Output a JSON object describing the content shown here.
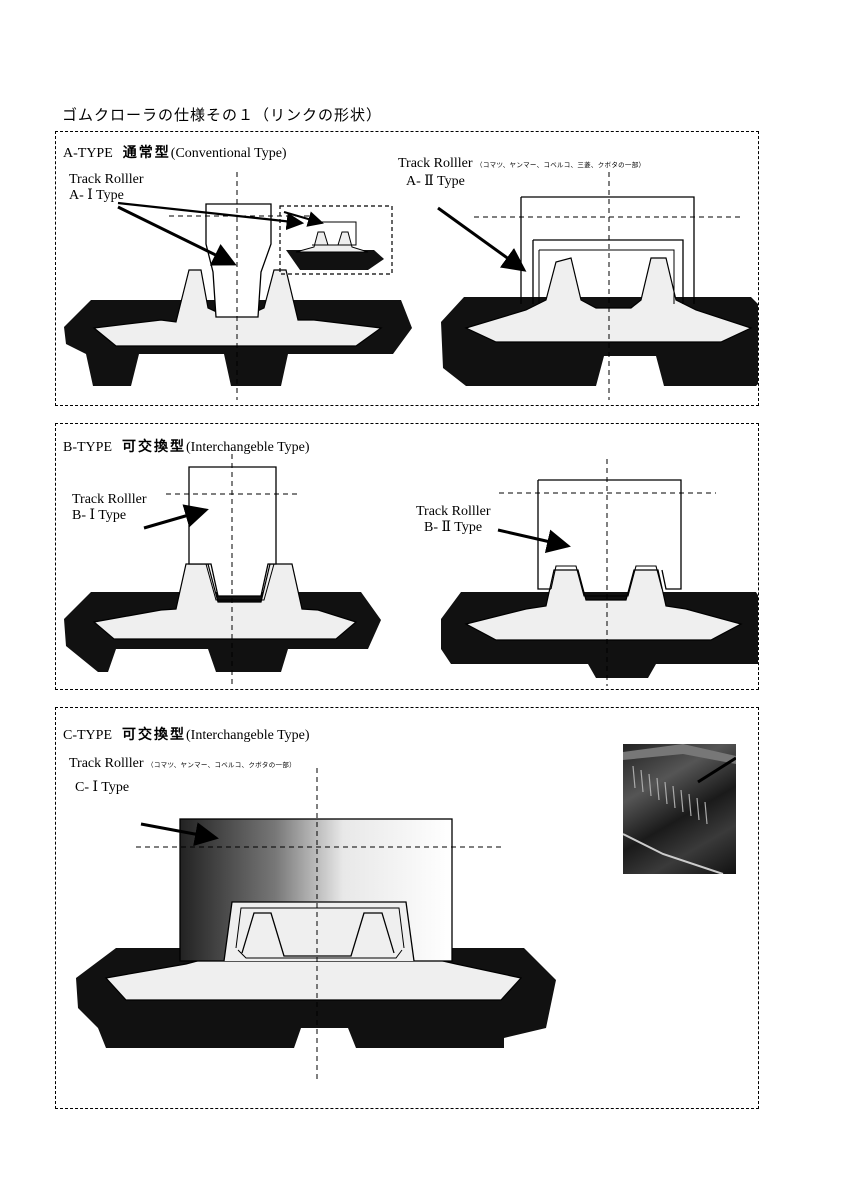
{
  "page": {
    "title": "ゴムクローラの仕様その１（リンクの形状）"
  },
  "panel_a": {
    "type_code": "A-TYPE",
    "type_jp": "通常型",
    "type_en": "(Conventional Type)",
    "left_label_1": "Track Rolller",
    "left_label_2": "A- Ⅰ Type",
    "right_label_1": "Track Rolller",
    "right_makers": "（コマツ、ヤンマー、コベルコ、三菱、クボタの一部）",
    "right_label_2": "A- Ⅱ Type"
  },
  "panel_b": {
    "type_code": "B-TYPE",
    "type_jp": "可交換型",
    "type_en": "(Interchangeble Type)",
    "left_label_1": "Track Rolller",
    "left_label_2": "B- Ⅰ Type",
    "right_label_1": "Track Rolller",
    "right_label_2": "B- Ⅱ Type"
  },
  "panel_c": {
    "type_code": "C-TYPE",
    "type_jp": "可交換型",
    "type_en": "(Interchangeble Type)",
    "label_1": "Track Rolller",
    "makers": "（コマツ、ヤンマー、コベルコ、クボタの一部）",
    "label_2": "C- Ⅰ Type"
  },
  "colors": {
    "rubber": "#111111",
    "link": "#eeeeee",
    "line": "#000000"
  }
}
